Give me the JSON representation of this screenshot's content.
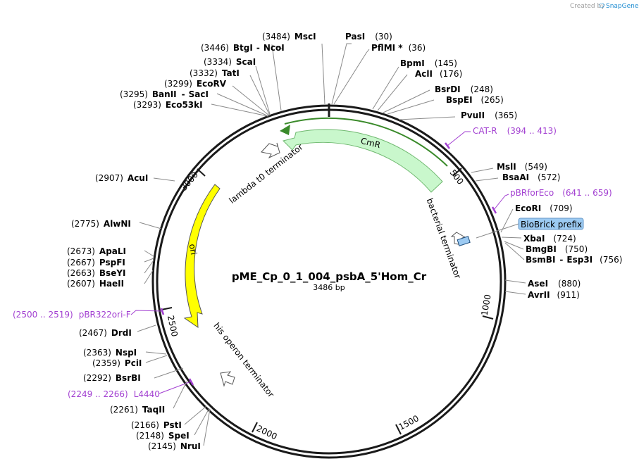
{
  "credit": {
    "prefix": "Created by",
    "brand": "SnapGene"
  },
  "plasmid": {
    "name": "pME_Cp_0_1_004_psbA_5'Hom_Cr",
    "size_label": "3486 bp"
  },
  "colors": {
    "backbone": "#1a1a1a",
    "cmr_fill": "#c9f7cc",
    "cmr_stroke": "#6fb86f",
    "ori_fill": "#ffff00",
    "primer": "#a23fd1",
    "biobrick_fill": "#9ccaf2",
    "leader": "#8a8a8a",
    "orf_line": "#3a8a2a"
  },
  "ticks": [
    "500",
    "1000",
    "1500",
    "2000",
    "2500",
    "3000"
  ],
  "features": {
    "cmr": "CmR",
    "bacterial_terminator": "bacterial terminator",
    "lambda_terminator": "lambda t0 terminator",
    "his_terminator": "his operon terminator",
    "ori": "ori",
    "biobrick": "BioBrick prefix"
  },
  "sites": [
    {
      "pos": "(3484)",
      "name": "MscI"
    },
    {
      "pos": "(30)",
      "name": "PasI"
    },
    {
      "pos": "(36)",
      "name": "PflMI *"
    },
    {
      "pos": "(3446)",
      "name": "BtgI",
      "name2": "NcoI"
    },
    {
      "pos": "(3334)",
      "name": "ScaI"
    },
    {
      "pos": "(3332)",
      "name": "TatI"
    },
    {
      "pos": "(3299)",
      "name": "EcoRV"
    },
    {
      "pos": "(3295)",
      "name": "BanII",
      "name2": "SacI"
    },
    {
      "pos": "(3293)",
      "name": "Eco53kI"
    },
    {
      "pos": "(145)",
      "name": "BpmI"
    },
    {
      "pos": "(176)",
      "name": "AclI"
    },
    {
      "pos": "(248)",
      "name": "BsrDI"
    },
    {
      "pos": "(265)",
      "name": "BspEI"
    },
    {
      "pos": "(365)",
      "name": "PvuII"
    },
    {
      "pos": "(549)",
      "name": "MslI"
    },
    {
      "pos": "(572)",
      "name": "BsaAI"
    },
    {
      "pos": "(709)",
      "name": "EcoRI"
    },
    {
      "pos": "(724)",
      "name": "XbaI"
    },
    {
      "pos": "(750)",
      "name": "BmgBI"
    },
    {
      "pos": "(756)",
      "name": "BsmBI",
      "name2": "Esp3I"
    },
    {
      "pos": "(880)",
      "name": "AseI"
    },
    {
      "pos": "(911)",
      "name": "AvrII"
    },
    {
      "pos": "(2907)",
      "name": "AcuI"
    },
    {
      "pos": "(2775)",
      "name": "AlwNI"
    },
    {
      "pos": "(2673)",
      "name": "ApaLI"
    },
    {
      "pos": "(2667)",
      "name": "PspFI"
    },
    {
      "pos": "(2663)",
      "name": "BseYI"
    },
    {
      "pos": "(2607)",
      "name": "HaeII"
    },
    {
      "pos": "(2467)",
      "name": "DrdI"
    },
    {
      "pos": "(2363)",
      "name": "NspI"
    },
    {
      "pos": "(2359)",
      "name": "PciI"
    },
    {
      "pos": "(2292)",
      "name": "BsrBI"
    },
    {
      "pos": "(2261)",
      "name": "TaqII"
    },
    {
      "pos": "(2166)",
      "name": "PstI"
    },
    {
      "pos": "(2148)",
      "name": "SpeI"
    },
    {
      "pos": "(2145)",
      "name": "NruI"
    }
  ],
  "primers": [
    {
      "name": "CAT-R",
      "range": "(394 .. 413)"
    },
    {
      "name": "pBRforEco",
      "range": "(641 .. 659)"
    },
    {
      "name": "pBR322ori-F",
      "range": "(2500 .. 2519)"
    },
    {
      "name": "L4440",
      "range": "(2249 .. 2266)"
    }
  ]
}
